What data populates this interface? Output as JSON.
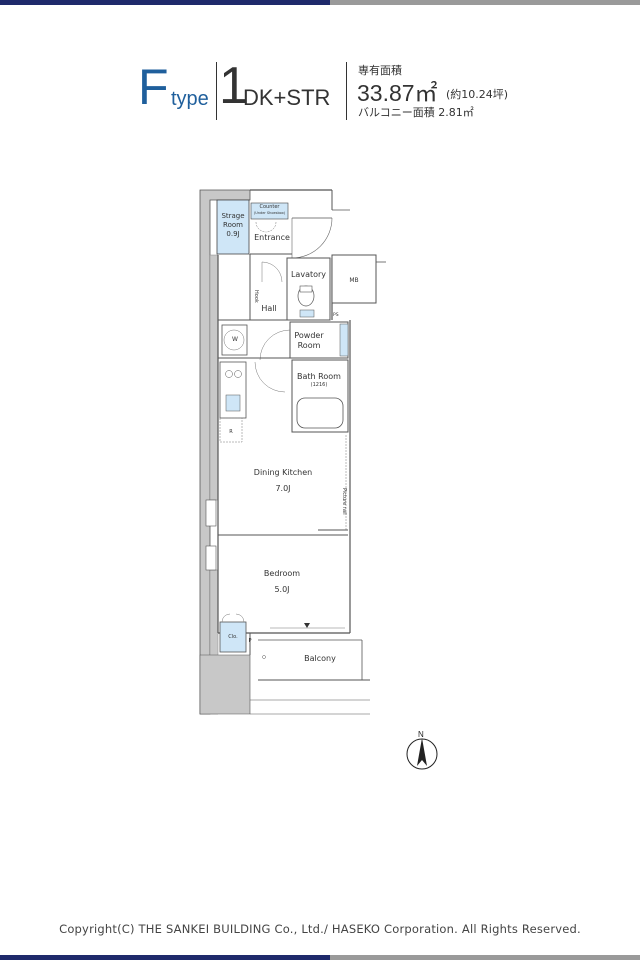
{
  "header": {
    "type_letter": "F",
    "type_word": "type",
    "layout_number": "1",
    "layout_type": "DK+STR",
    "exclusive_area_label": "専有面積",
    "exclusive_area_value": "33.87㎡",
    "exclusive_area_tsubo": "(約10.24坪)",
    "balcony_area": "バルコニー面積 2.81㎡"
  },
  "rooms": {
    "storage_room": "Strage",
    "storage_room2": "Room",
    "storage_size": "0.9J",
    "counter": "Counter",
    "counter_sub": "(Under Shoesbox)",
    "entrance": "Entrance",
    "lavatory": "Lavatory",
    "mb": "MB",
    "hall": "Hall",
    "hook": "Hook",
    "ps": "PS",
    "w": "W",
    "powder_room": "Powder",
    "powder_room2": "Room",
    "bath_room": "Bath Room",
    "bath_size": "(1216)",
    "r": "R",
    "dining_kitchen": "Dining Kitchen",
    "dining_size": "7.0J",
    "picture_rail": "Picture rail",
    "bedroom": "Bedroom",
    "bedroom_size": "5.0J",
    "clo": "Clo.",
    "p": "P",
    "balcony": "Balcony"
  },
  "compass": {
    "north": "N"
  },
  "colors": {
    "navy": "#1f2a6b",
    "type_blue": "#1f5f9c",
    "storage_blue": "#cfe6f7",
    "wall_grey": "#c8c8c8"
  },
  "footer": {
    "copyright": "Copyright(C) THE SANKEI BUILDING Co., Ltd./ HASEKO Corporation. All Rights Reserved."
  }
}
